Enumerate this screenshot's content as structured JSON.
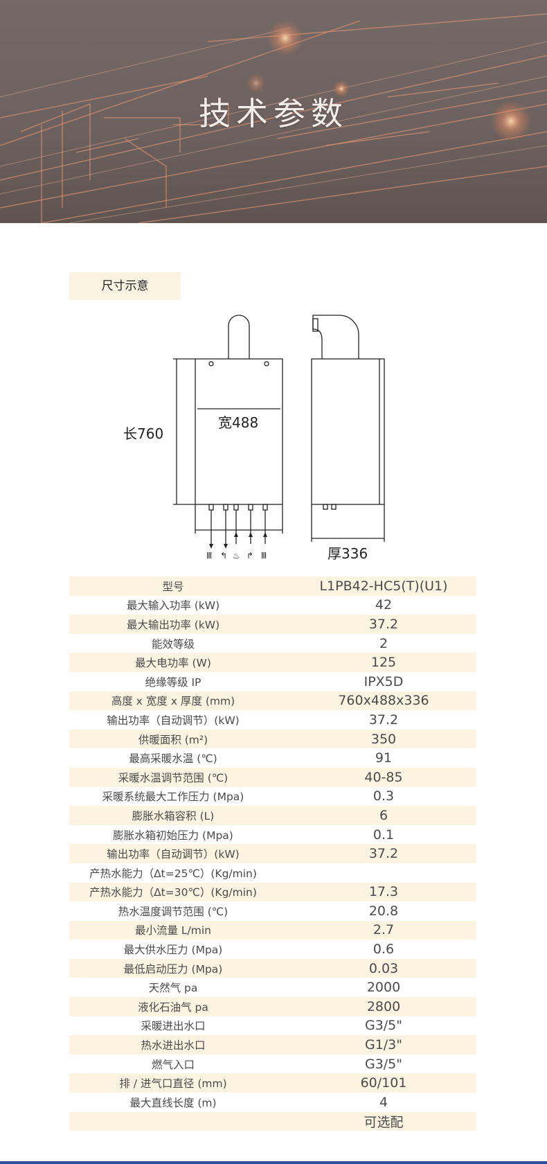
{
  "hero": {
    "title": "技术参数"
  },
  "section": {
    "label": "尺寸示意"
  },
  "dimensions": {
    "length": "长760",
    "width": "宽488",
    "depth": "厚336"
  },
  "specs": [
    {
      "key": "型号",
      "value": "L1PB42-HC5(T)(U1)"
    },
    {
      "key": "最大输入功率 (kW)",
      "value": "42"
    },
    {
      "key": "最大输出功率 (kW)",
      "value": "37.2"
    },
    {
      "key": "能效等级",
      "value": "2"
    },
    {
      "key": "最大电功率 (W)",
      "value": "125"
    },
    {
      "key": "绝缘等级 IP",
      "value": "IPX5D"
    },
    {
      "key": "高度 x 宽度 x 厚度 (mm)",
      "value": "760x488x336"
    },
    {
      "key": "输出功率（自动调节）(kW)",
      "value": "37.2"
    },
    {
      "key": "供暖面积 (m²)",
      "value": "350"
    },
    {
      "key": "最高采暖水温 (℃)",
      "value": "91"
    },
    {
      "key": "采暖水温调节范围 (℃)",
      "value": "40-85"
    },
    {
      "key": "采暖系统最大工作压力 (Mpa)",
      "value": "0.3"
    },
    {
      "key": "膨胀水箱容积 (L)",
      "value": "6"
    },
    {
      "key": "膨胀水箱初始压力 (Mpa)",
      "value": "0.1"
    },
    {
      "key": "输出功率（自动调节）(kW)",
      "value": "37.2"
    },
    {
      "key": "产热水能力（Δt=25℃）(Kg/min)",
      "value": ""
    },
    {
      "key": "产热水能力（Δt=30℃）(Kg/min)",
      "value": "17.3"
    },
    {
      "key": "热水温度调节范围 (℃)",
      "value": "20.8"
    },
    {
      "key": "最小流量 L/min",
      "value": "2.7"
    },
    {
      "key": "最大供水压力 (Mpa)",
      "value": "0.6"
    },
    {
      "key": "最低启动压力 (Mpa)",
      "value": "0.03"
    },
    {
      "key": "天然气 pa",
      "value": "2000"
    },
    {
      "key": "液化石油气 pa",
      "value": "2800"
    },
    {
      "key": "采暖进出水口",
      "value": "G3/5\""
    },
    {
      "key": "热水进出水口",
      "value": "G1/3\""
    },
    {
      "key": "燃气入口",
      "value": "G3/5\""
    },
    {
      "key": "排 / 进气口直径 (mm)",
      "value": "60/101"
    },
    {
      "key": "最大直线长度 (m)",
      "value": "4"
    },
    {
      "key": "",
      "value": "可选配"
    }
  ]
}
